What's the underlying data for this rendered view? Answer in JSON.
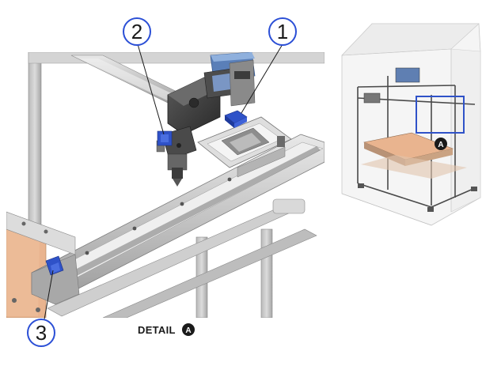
{
  "colors": {
    "callout_ring": "#2b4fd6",
    "highlight_blue": "#2f52c8",
    "bed_plate": "#e9b48f",
    "frame_gray": "#9a9a9a",
    "rail_gray": "#c9c9c9",
    "dark_part": "#3d3d3d"
  },
  "callouts": [
    {
      "id": "1",
      "label": "1"
    },
    {
      "id": "2",
      "label": "2"
    },
    {
      "id": "3",
      "label": "3"
    }
  ],
  "detail": {
    "label": "DETAIL",
    "marker": "A"
  },
  "overview": {
    "marker": "A"
  },
  "icons": [
    "callout-circle",
    "detail-marker-badge",
    "detail-region-box"
  ]
}
